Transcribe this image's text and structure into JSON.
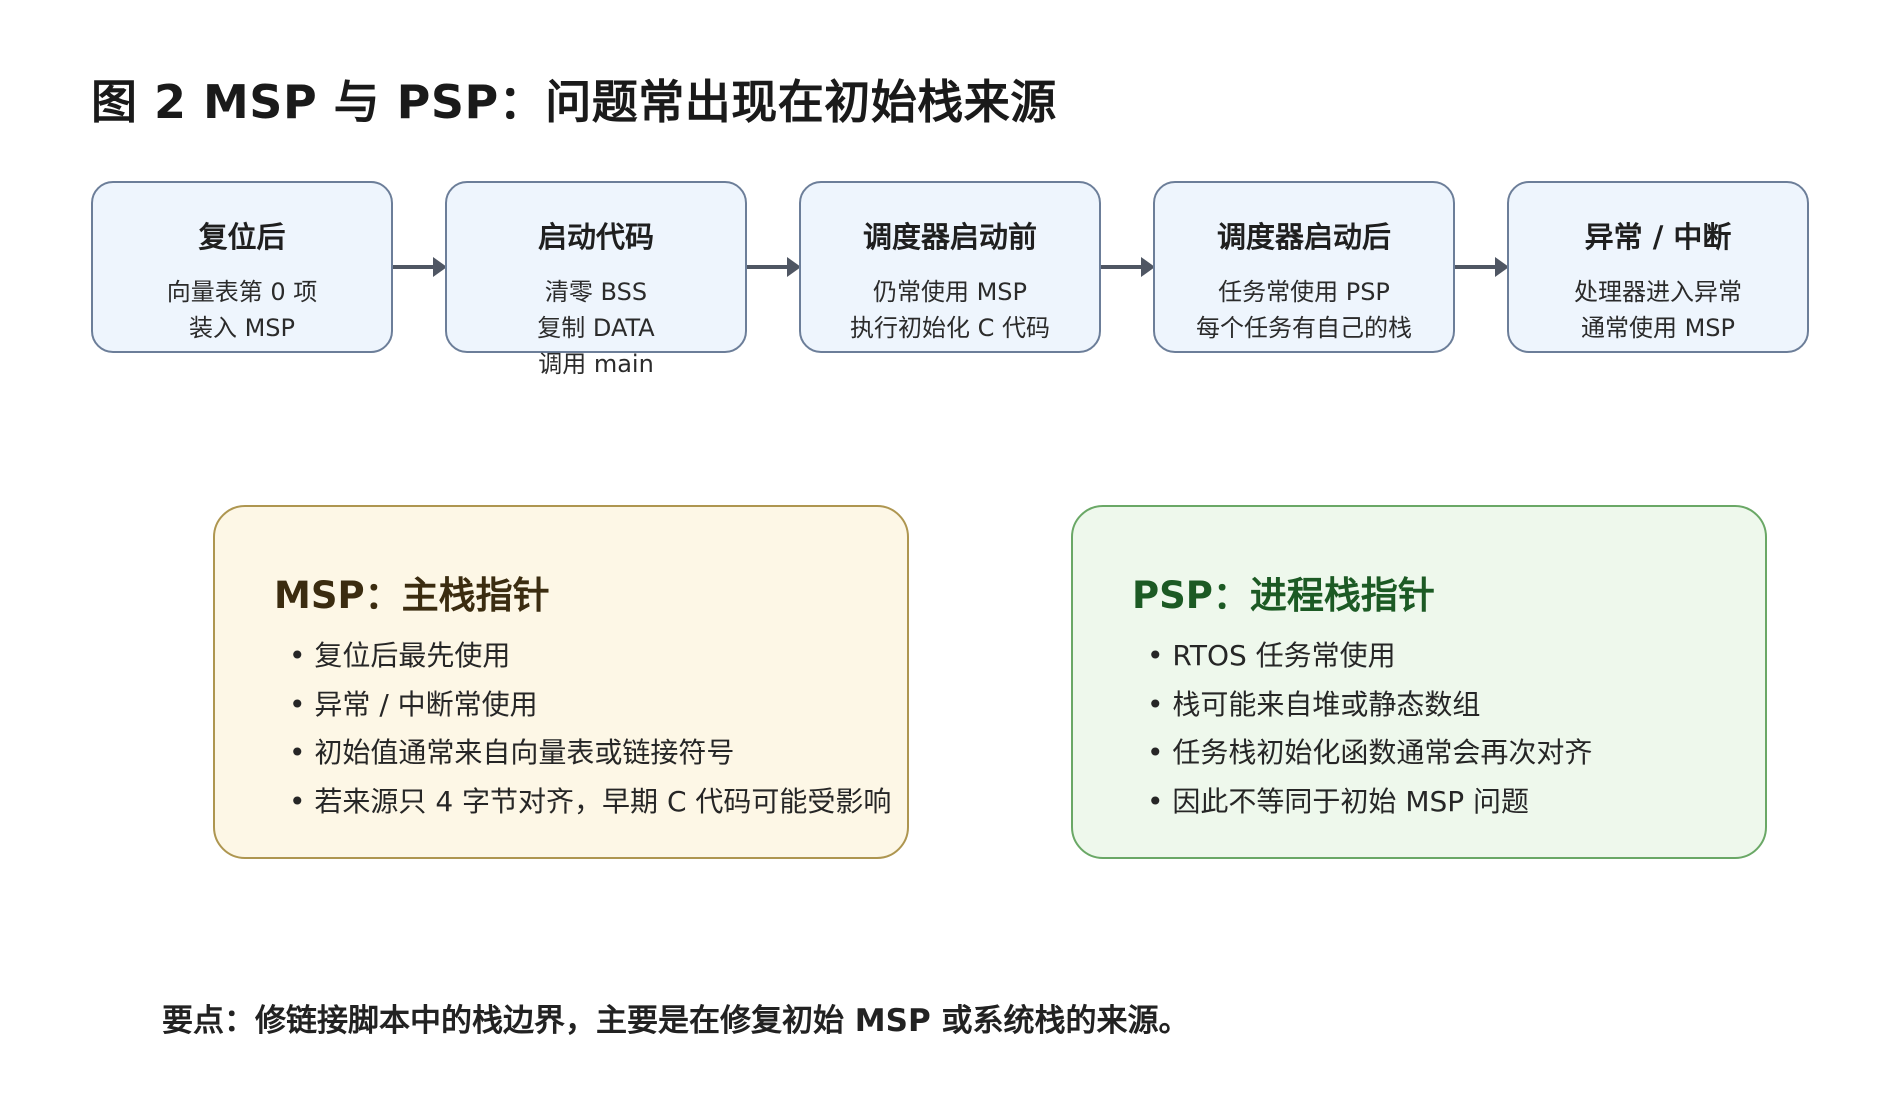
{
  "title": "图 2  MSP 与 PSP：问题常出现在初始栈来源",
  "flow": [
    {
      "title": "复位后",
      "lines": [
        "向量表第 0 项",
        "装入 MSP"
      ]
    },
    {
      "title": "启动代码",
      "lines": [
        "清零 BSS",
        "复制 DATA",
        "调用 main"
      ]
    },
    {
      "title": "调度器启动前",
      "lines": [
        "仍常使用 MSP",
        "执行初始化 C 代码"
      ]
    },
    {
      "title": "调度器启动后",
      "lines": [
        "任务常使用 PSP",
        "每个任务有自己的栈"
      ]
    },
    {
      "title": "异常 / 中断",
      "lines": [
        "处理器进入异常",
        "通常使用 MSP"
      ]
    }
  ],
  "msp_panel": {
    "title": "MSP：主栈指针",
    "bullets": [
      "复位后最先使用",
      "异常 / 中断常使用",
      "初始值通常来自向量表或链接符号",
      "若来源只 4 字节对齐，早期 C 代码可能受影响"
    ]
  },
  "psp_panel": {
    "title": "PSP：进程栈指针",
    "bullets": [
      "RTOS 任务常使用",
      "栈可能来自堆或静态数组",
      "任务栈初始化函数通常会再次对齐",
      "因此不等同于初始 MSP 问题"
    ]
  },
  "keypoint": "要点：修链接脚本中的栈边界，主要是在修复初始 MSP 或系统栈的来源。",
  "colors": {
    "stage_fill": "#eef5fd",
    "stage_border": "#6c7e99",
    "arrow": "#4f5663",
    "msp_fill": "#fdf7e6",
    "msp_border": "#ae9650",
    "psp_fill": "#eef8ec",
    "psp_border": "#6aa866"
  }
}
